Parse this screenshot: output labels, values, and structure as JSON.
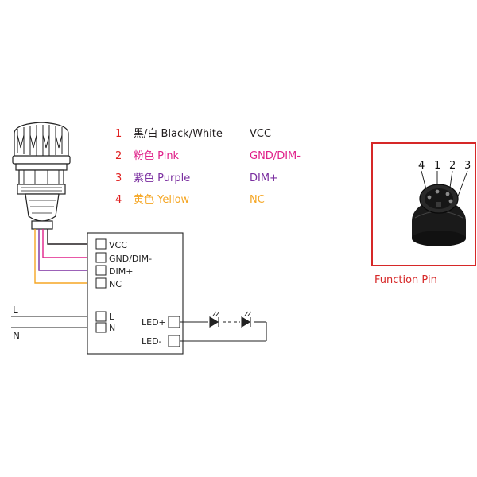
{
  "legend": [
    {
      "num": "1",
      "cn": "黑/白",
      "en": "Black/White",
      "signal": "VCC",
      "color": "#231f20",
      "num_color": "#e02020"
    },
    {
      "num": "2",
      "cn": "粉色",
      "en": "Pink",
      "signal": "GND/DIM-",
      "color": "#e0218a",
      "num_color": "#e02020"
    },
    {
      "num": "3",
      "cn": "紫色",
      "en": "Purple",
      "signal": "DIM+",
      "color": "#7b2fa0",
      "num_color": "#e02020"
    },
    {
      "num": "4",
      "cn": "黄色",
      "en": "Yellow",
      "signal": "NC",
      "color": "#f5a623",
      "num_color": "#e02020"
    }
  ],
  "driver": {
    "inputs": [
      "VCC",
      "GND/DIM-",
      "DIM+",
      "NC"
    ],
    "mains": [
      "L",
      "N"
    ],
    "outputs": [
      "LED+",
      "LED-"
    ]
  },
  "mains_lines": [
    "L",
    "N"
  ],
  "function_pin": {
    "label": "Function Pin",
    "pins": [
      "4",
      "1",
      "2",
      "3"
    ],
    "border_color": "#d62828",
    "label_color": "#d62828"
  }
}
